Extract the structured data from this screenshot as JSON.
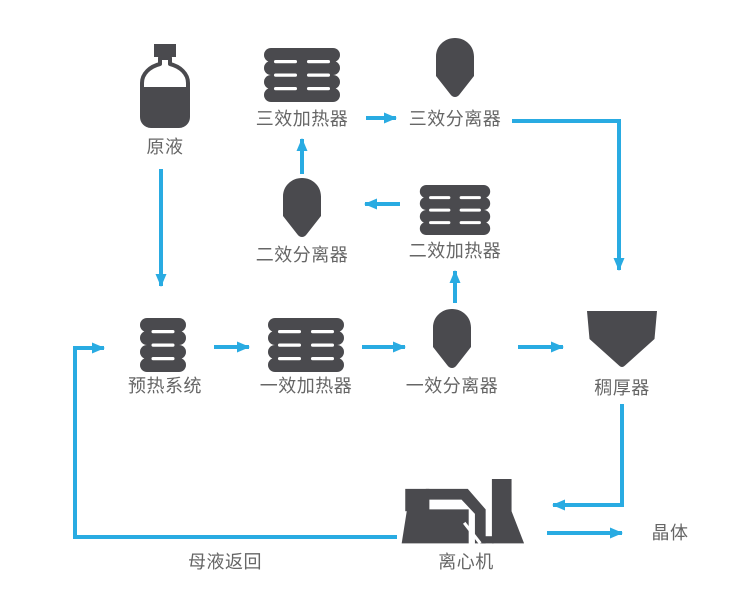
{
  "diagram": {
    "type": "process-flow",
    "nodes": {
      "raw_liquid": {
        "label": "原液",
        "icon": "bottle-icon"
      },
      "preheat_system": {
        "label": "预热系统",
        "icon": "heater-icon"
      },
      "heater_1": {
        "label": "一效加热器",
        "icon": "heater-icon"
      },
      "separator_1": {
        "label": "一效分离器",
        "icon": "separator-icon"
      },
      "heater_2": {
        "label": "二效加热器",
        "icon": "heater-icon"
      },
      "separator_2": {
        "label": "二效分离器",
        "icon": "separator-icon"
      },
      "heater_3": {
        "label": "三效加热器",
        "icon": "heater-icon"
      },
      "separator_3": {
        "label": "三效分离器",
        "icon": "separator-icon"
      },
      "thickener": {
        "label": "稠厚器",
        "icon": "thickener-icon"
      },
      "centrifuge": {
        "label": "离心机",
        "icon": "centrifuge-icon"
      },
      "crystal": {
        "label": "晶体",
        "icon": null
      },
      "mother_liquor_return": {
        "label": "母液返回",
        "icon": null
      }
    },
    "edges": [
      {
        "from": "raw_liquid",
        "to": "preheat_system"
      },
      {
        "from": "preheat_system",
        "to": "heater_1"
      },
      {
        "from": "heater_1",
        "to": "separator_1"
      },
      {
        "from": "separator_1",
        "to": "thickener"
      },
      {
        "from": "separator_1",
        "to": "heater_2"
      },
      {
        "from": "heater_2",
        "to": "separator_2"
      },
      {
        "from": "separator_2",
        "to": "heater_3"
      },
      {
        "from": "heater_3",
        "to": "separator_3"
      },
      {
        "from": "separator_3",
        "to": "thickener"
      },
      {
        "from": "thickener",
        "to": "centrifuge"
      },
      {
        "from": "centrifuge",
        "to": "crystal"
      },
      {
        "from": "centrifuge",
        "to": "preheat_system",
        "via": "mother_liquor_return"
      }
    ],
    "colors": {
      "background": "#ffffff",
      "icon": "#4a4a4e",
      "arrow": "#29abe2",
      "label": "#666666"
    }
  }
}
